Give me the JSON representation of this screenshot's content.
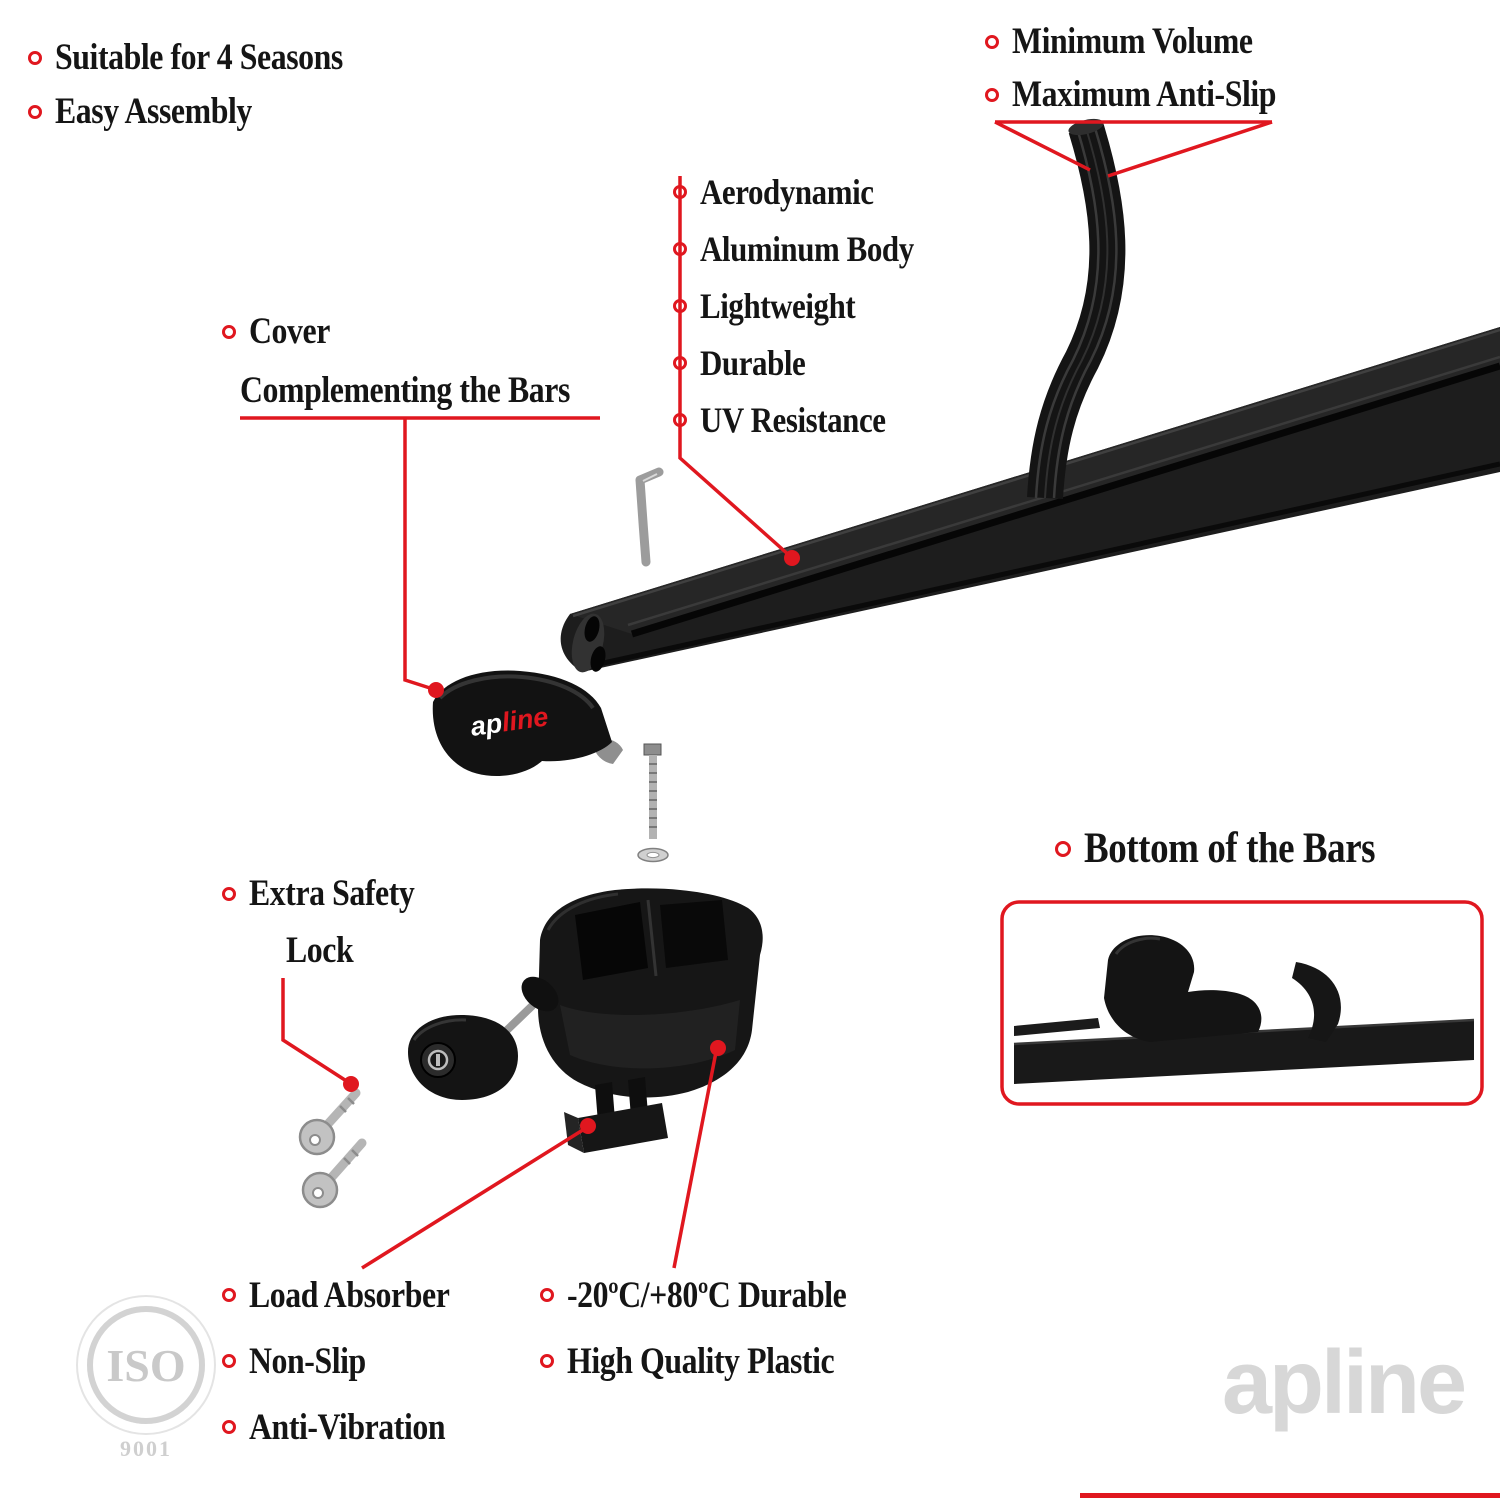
{
  "colors": {
    "accent": "#e0171f",
    "text": "#151515",
    "product": "#1c1c1c",
    "watermark": "#d7d7d7"
  },
  "labels": {
    "top_left": {
      "items": [
        "Suitable for 4 Seasons",
        "Easy Assembly"
      ]
    },
    "top_right": {
      "items": [
        "Minimum Volume",
        "Maximum Anti-Slip"
      ]
    },
    "bar_features": {
      "items": [
        "Aerodynamic",
        "Aluminum Body",
        "Lightweight",
        "Durable",
        "UV Resistance"
      ]
    },
    "cover": {
      "line1": "Cover",
      "line2": "Complementing the Bars"
    },
    "bottom_of_bars": {
      "title": "Bottom of the Bars"
    },
    "safety": {
      "line1": "Extra Safety",
      "line2": "Lock"
    },
    "mounting": {
      "items": [
        "Load Absorber",
        "Non-Slip",
        "Anti-Vibration"
      ]
    },
    "material": {
      "items": [
        "-20ºC/+80ºC Durable",
        "High Quality Plastic"
      ]
    }
  },
  "branding": {
    "cover_logo_ap": "ap",
    "cover_logo_line": "line",
    "watermark_logo": "apline",
    "iso": "ISO",
    "iso_number": "9001"
  }
}
